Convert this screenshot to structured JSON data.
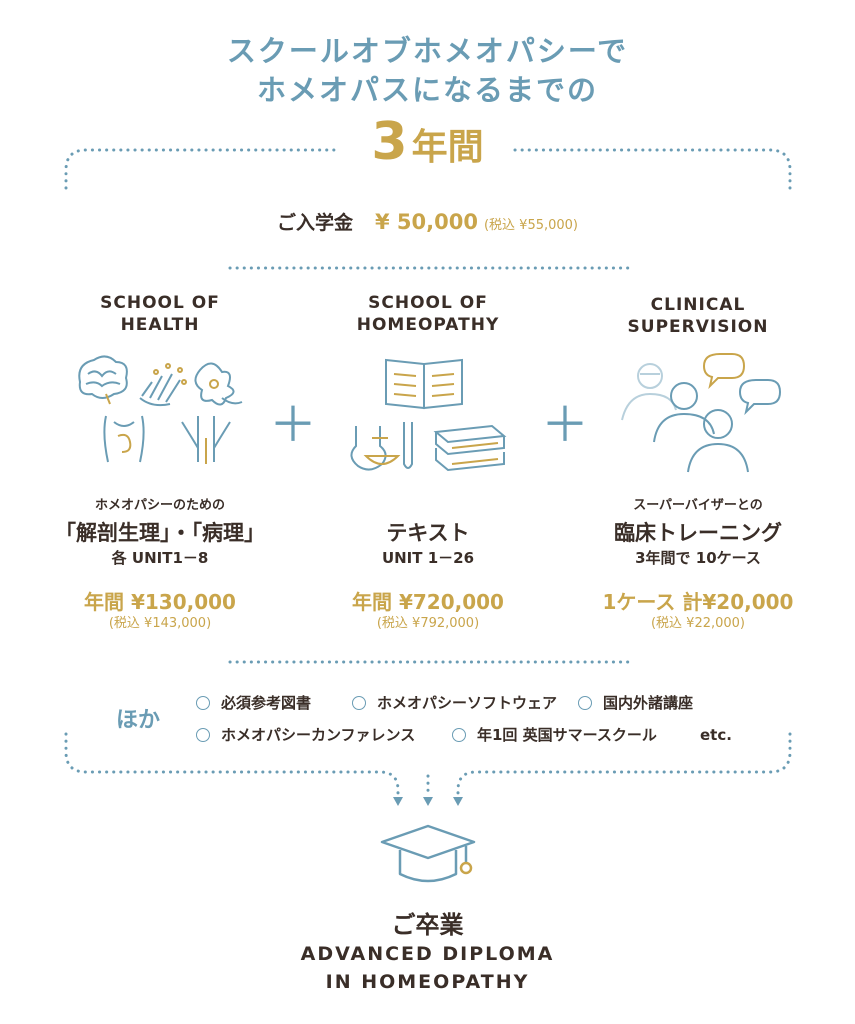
{
  "title": {
    "line1": "スクールオブホメオパシーで",
    "line2": "ホメオパスになるまでの"
  },
  "duration": {
    "number": "3",
    "unit": "年間"
  },
  "admission": {
    "label": "ご入学金",
    "price": "¥ 50,000",
    "tax": "(税込 ¥55,000)"
  },
  "columns": [
    {
      "heading_line1": "SCHOOL OF",
      "heading_line2": "HEALTH",
      "sub": "ホメオパシーのための",
      "main": "「解剖生理」・「病理」",
      "detail": "各 UNIT1－8",
      "price": "年間 ¥130,000",
      "tax": "(税込 ¥143,000)"
    },
    {
      "heading_line1": "SCHOOL OF",
      "heading_line2": "HOMEOPATHY",
      "main": "テキスト",
      "detail": "UNIT 1－26",
      "price": "年間 ¥720,000",
      "tax": "(税込 ¥792,000)"
    },
    {
      "heading_line1": "CLINICAL",
      "heading_line2": "SUPERVISION",
      "sub": "スーパーバイザーとの",
      "main": "臨床トレーニング",
      "detail": "3年間で 10ケース",
      "price": "1ケース 計¥20,000",
      "tax": "(税込 ¥22,000)"
    }
  ],
  "plus_sign": "＋",
  "others": {
    "label": "ほか",
    "items": [
      "必須参考図書",
      "ホメオパシーソフトウェア",
      "国内外諸講座",
      "ホメオパシーカンファレンス",
      "年1回 英国サマースクール"
    ],
    "etc": "etc."
  },
  "graduation": {
    "jp": "ご卒業",
    "en_line1": "ADVANCED DIPLOMA",
    "en_line2": "IN HOMEOPATHY"
  },
  "colors": {
    "blue": "#6a9cb4",
    "gold": "#c9a54b",
    "text": "#3a2e28"
  },
  "icons": [
    "brain-icon",
    "skeleton-hand-icon",
    "nerve-cell-icon",
    "torso-organs-icon",
    "lungs-icon",
    "open-book-icon",
    "lab-flask-icon",
    "book-stack-icon",
    "people-talking-icon",
    "graduation-cap-icon"
  ]
}
